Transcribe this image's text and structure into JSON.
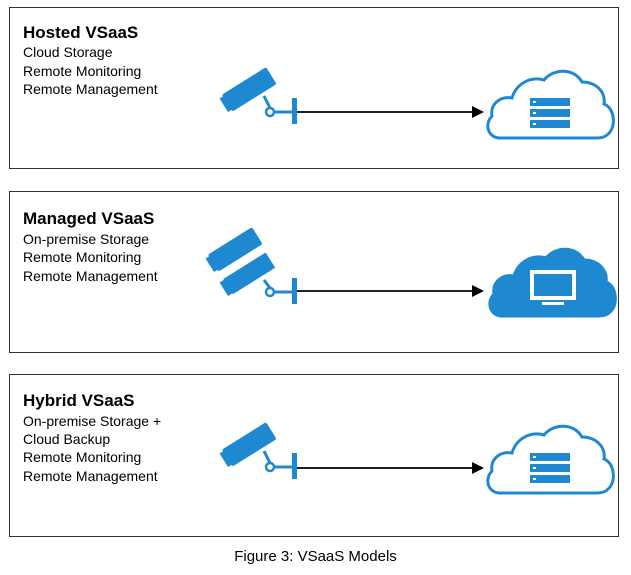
{
  "panels": [
    {
      "id": "hosted",
      "title": "Hosted VSaaS",
      "lines": [
        "Cloud Storage",
        "Remote Monitoring",
        "Remote Management"
      ],
      "camera_icons": 1,
      "cloud_style": "outline",
      "cloud_content": "server-icon"
    },
    {
      "id": "managed",
      "title": "Managed VSaaS",
      "lines": [
        "On-premise Storage",
        "Remote Monitoring",
        "Remote Management"
      ],
      "camera_icons": 2,
      "cloud_style": "filled",
      "cloud_content": "monitor-icon"
    },
    {
      "id": "hybrid",
      "title": "Hybrid VSaaS",
      "lines": [
        "On-premise Storage +",
        "Cloud Backup",
        "Remote Monitoring",
        "Remote Management"
      ],
      "camera_icons": 1,
      "cloud_style": "outline",
      "cloud_content": "server-icon"
    }
  ],
  "caption": "Figure 3: VSaaS Models",
  "colors": {
    "accent": "#1e88d0",
    "border": "#333333",
    "arrow": "#000000"
  }
}
